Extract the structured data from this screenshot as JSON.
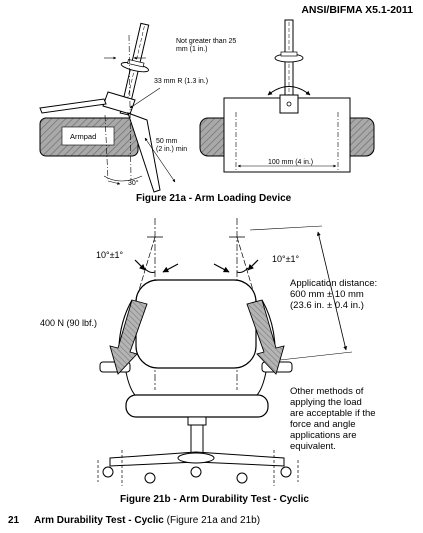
{
  "header": {
    "standard": "ANSI/BIFMA X5.1-2011"
  },
  "figure_21a": {
    "caption": "Figure 21a - Arm Loading Device",
    "note_max_offset": [
      "Not greater than 25",
      "mm (1 in.)"
    ],
    "radius_label": "33 mm R (1.3 in.)",
    "armpad_label": "Armpad",
    "length_label": [
      "50 mm",
      "(2 in.) min"
    ],
    "angle_label": "30°",
    "width_label": "100 mm (4 in.)"
  },
  "figure_21b": {
    "caption": "Figure 21b - Arm Durability Test - Cyclic",
    "angle_left": "10°±1°",
    "angle_right": "10°±1°",
    "load_label": "400 N (90 lbf.)",
    "application_distance": [
      "Application distance:",
      "600 mm ± 10 mm",
      "(23.6 in. ± 0.4 in.)"
    ],
    "other_methods": [
      "Other methods of",
      "applying the load",
      "are acceptable if the",
      "force and angle",
      "applications are",
      "equivalent."
    ]
  },
  "section": {
    "number": "21",
    "title": "Arm Durability Test - Cyclic",
    "reference": " (Figure 21a and 21b)"
  }
}
